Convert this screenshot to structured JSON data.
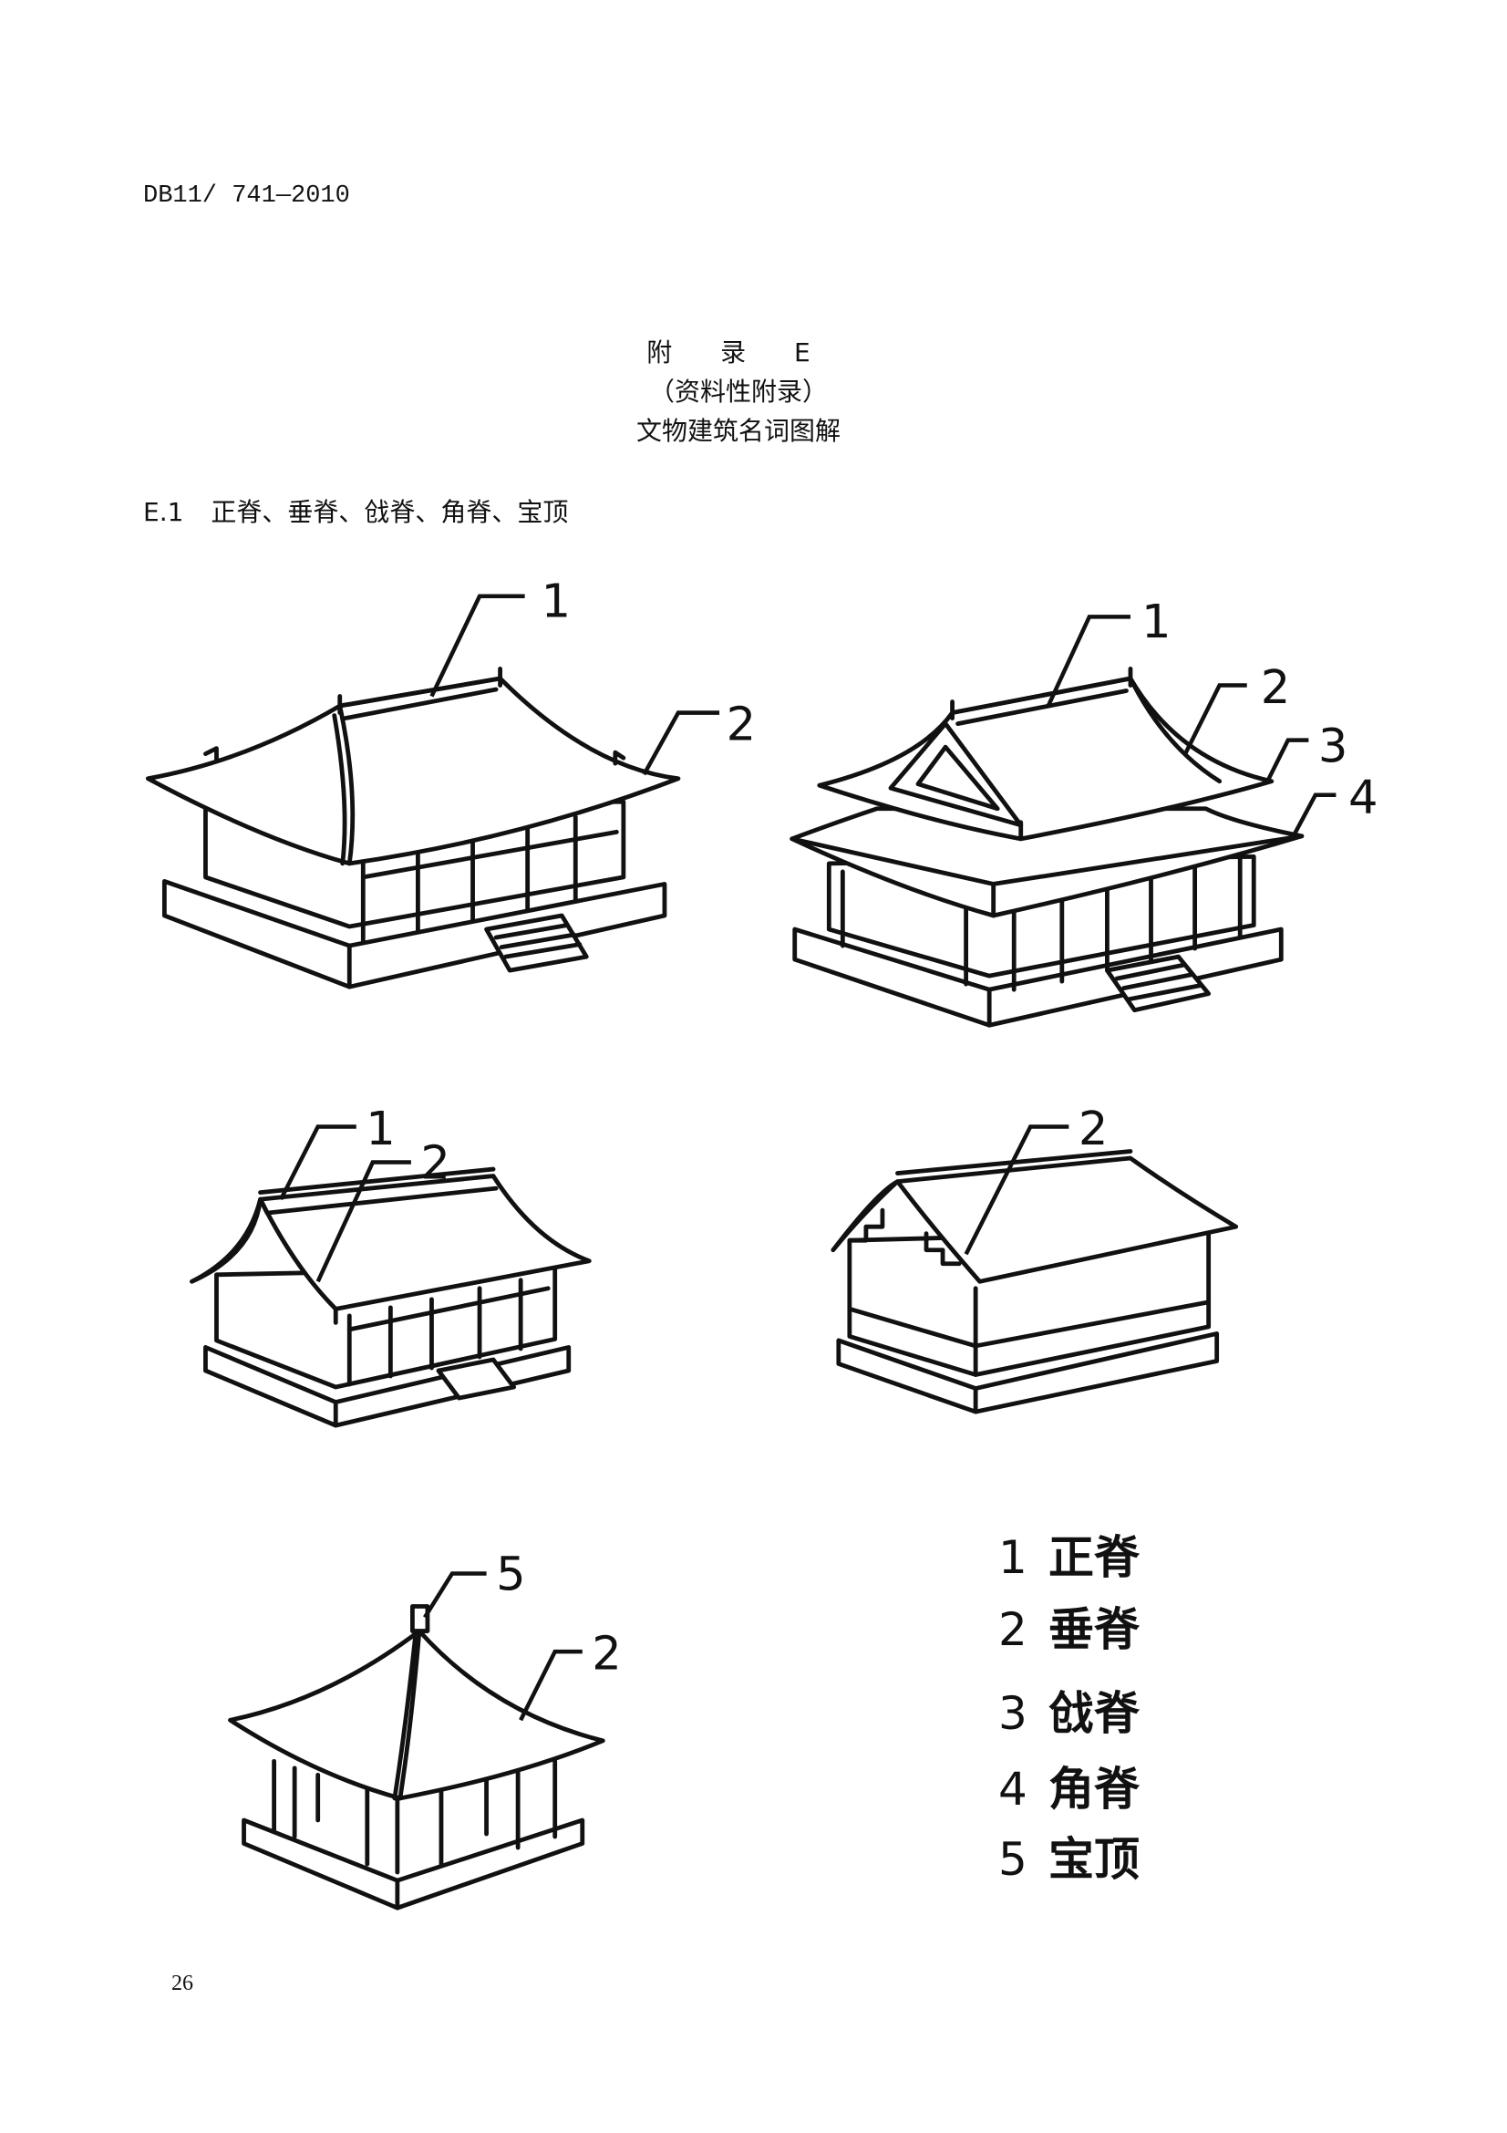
{
  "header": {
    "doc_code": "DB11/ 741—2010"
  },
  "appendix": {
    "title": "附 录 E",
    "subtitle": "（资料性附录）",
    "name": "文物建筑名词图解"
  },
  "section": {
    "number": "E.1",
    "title": "正脊、垂脊、戗脊、角脊、宝顶"
  },
  "figures": {
    "fig1": {
      "callouts": [
        "1",
        "2"
      ]
    },
    "fig2": {
      "callouts": [
        "1",
        "2",
        "3",
        "4"
      ]
    },
    "fig3": {
      "callouts": [
        "1",
        "2"
      ]
    },
    "fig4": {
      "callouts": [
        "2"
      ]
    },
    "fig5": {
      "callouts": [
        "5",
        "2"
      ]
    }
  },
  "legend": [
    {
      "num": "1",
      "label": "正脊"
    },
    {
      "num": "2",
      "label": "垂脊"
    },
    {
      "num": "3",
      "label": "戗脊"
    },
    {
      "num": "4",
      "label": "角脊"
    },
    {
      "num": "5",
      "label": "宝顶"
    }
  ],
  "footer": {
    "page_number": "26"
  }
}
